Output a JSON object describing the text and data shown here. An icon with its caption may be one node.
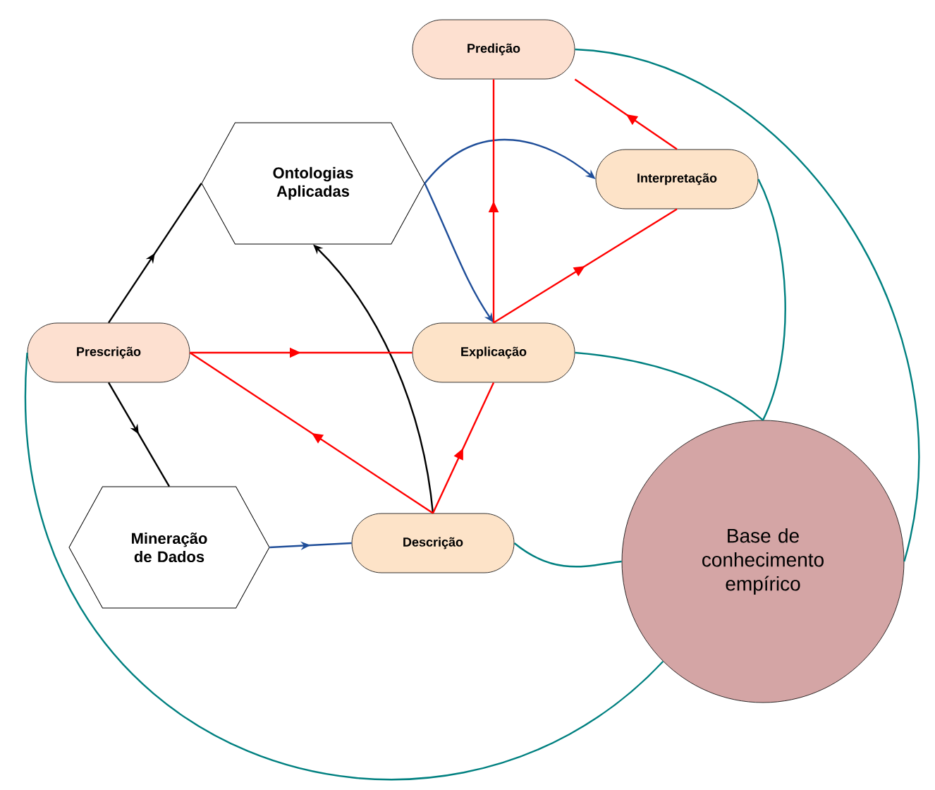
{
  "diagram": {
    "nodes": [
      {
        "text": [
          "Predição"
        ]
      },
      {
        "text": [
          "Ontologias Aplicadas"
        ]
      },
      {
        "text": [
          "Interpretação"
        ]
      },
      {
        "text": [
          "Prescrição"
        ]
      },
      {
        "text": [
          "Explicação"
        ]
      },
      {
        "text": [
          "Mineração de Dados"
        ]
      },
      {
        "text": [
          "Descrição"
        ]
      },
      {
        "text": [
          "Base de conhecimento empírico"
        ]
      }
    ],
    "edges": [
      {
        "from": 3,
        "to": 1,
        "arrow": "to",
        "color": "#000000"
      },
      {
        "from": 3,
        "to": 5,
        "arrow": "to",
        "color": "#000000"
      },
      {
        "from": 6,
        "to": 1,
        "arrow": "to",
        "color": "#000000"
      },
      {
        "from": 1,
        "to": 2,
        "arrow": "to",
        "color": "#1f4e99"
      },
      {
        "from": 1,
        "to": 4,
        "arrow": "to",
        "color": "#1f4e99"
      },
      {
        "from": 5,
        "to": 6,
        "arrow": "to",
        "color": "#1f4e99"
      },
      {
        "from": 3,
        "to": 4,
        "arrow": "to"
      },
      {
        "from": 6,
        "to": 3,
        "arrow": "to"
      },
      {
        "from": 6,
        "to": 4,
        "arrow": "to"
      },
      {
        "from": 4,
        "to": 0,
        "arrow": "to"
      },
      {
        "from": 4,
        "to": 2,
        "arrow": "to"
      },
      {
        "from": 2,
        "to": 0,
        "arrow": "to"
      },
      {
        "from": 0,
        "to": 7,
        "arrow": "none",
        "color": "#008080"
      },
      {
        "from": 2,
        "to": 7,
        "arrow": "none",
        "color": "#008080"
      },
      {
        "from": 4,
        "to": 7,
        "arrow": "none",
        "color": "#008080"
      },
      {
        "from": 6,
        "to": 7,
        "arrow": "none",
        "color": "#008080"
      },
      {
        "from": 3,
        "to": 7,
        "arrow": "none",
        "color": "#008080"
      }
    ]
  }
}
